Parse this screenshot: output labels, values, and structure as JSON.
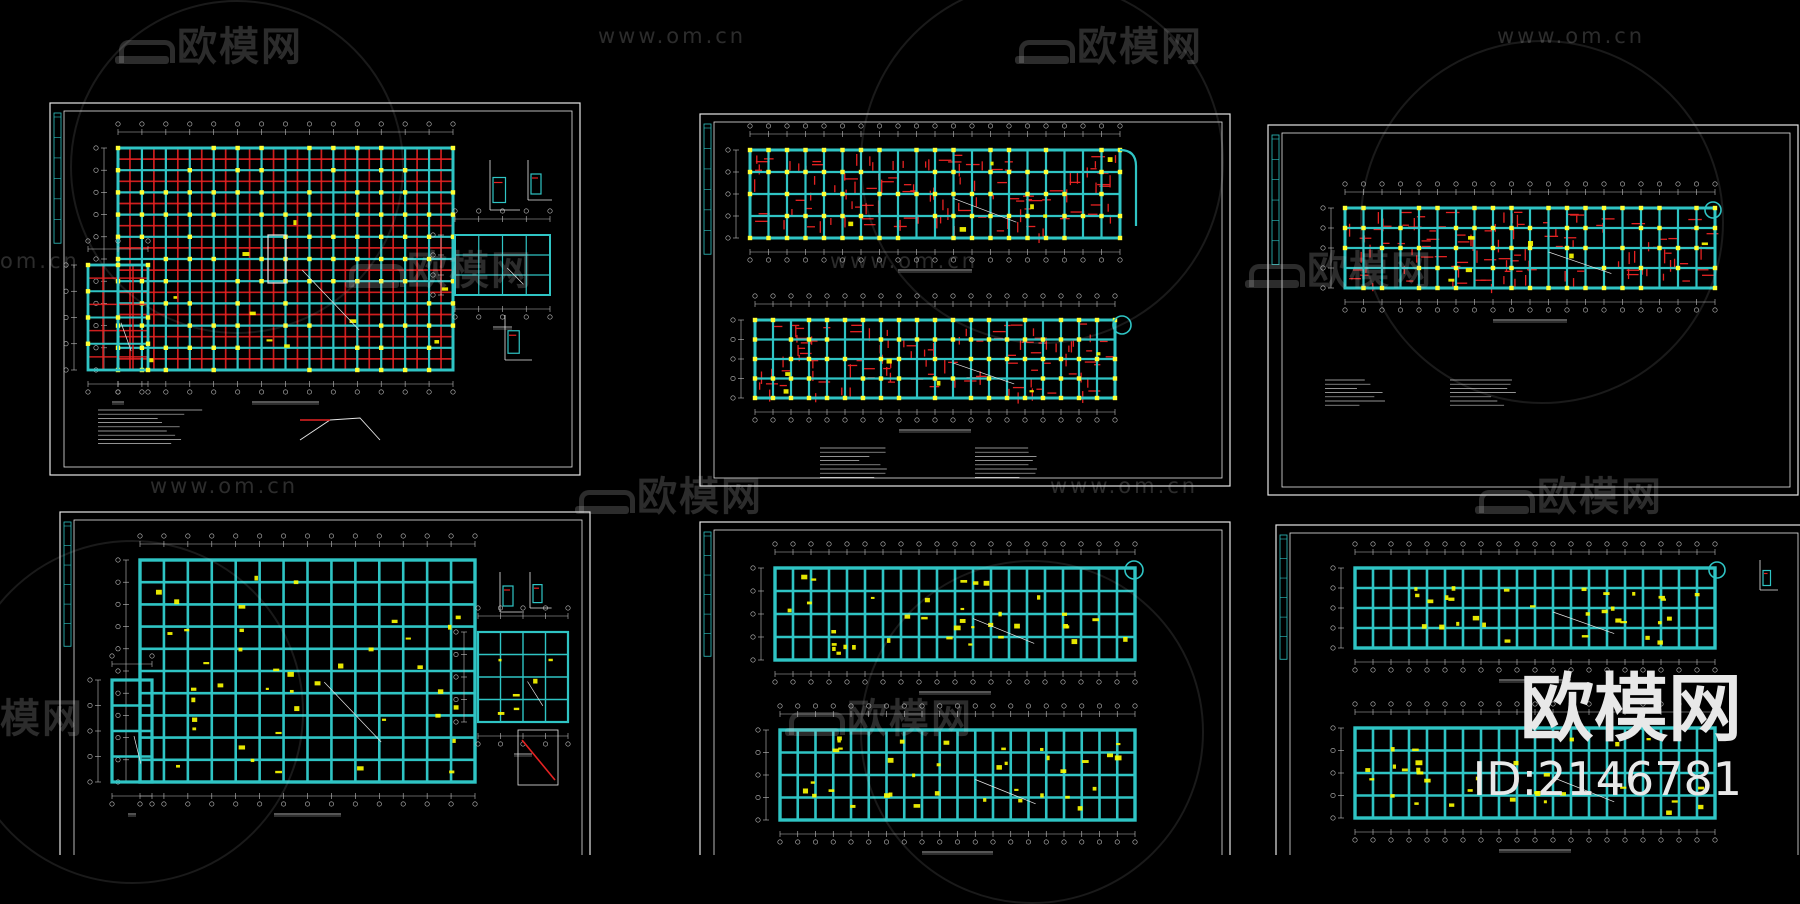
{
  "watermarks": {
    "logo_text": "欧模网",
    "url_text": "www.om.cn",
    "om_partial_left": "om.cn",
    "logo_partial_left": "模网"
  },
  "stamp": {
    "title": "欧模网",
    "id_text": "ID:2146781"
  },
  "colors": {
    "background": "#000000",
    "frame": "#e6e6e6",
    "wall": "#2fc4c4",
    "rebar": "#e52222",
    "column": "#ffff33",
    "dimension": "#bfbfbf",
    "annotation": "#ffff00"
  }
}
